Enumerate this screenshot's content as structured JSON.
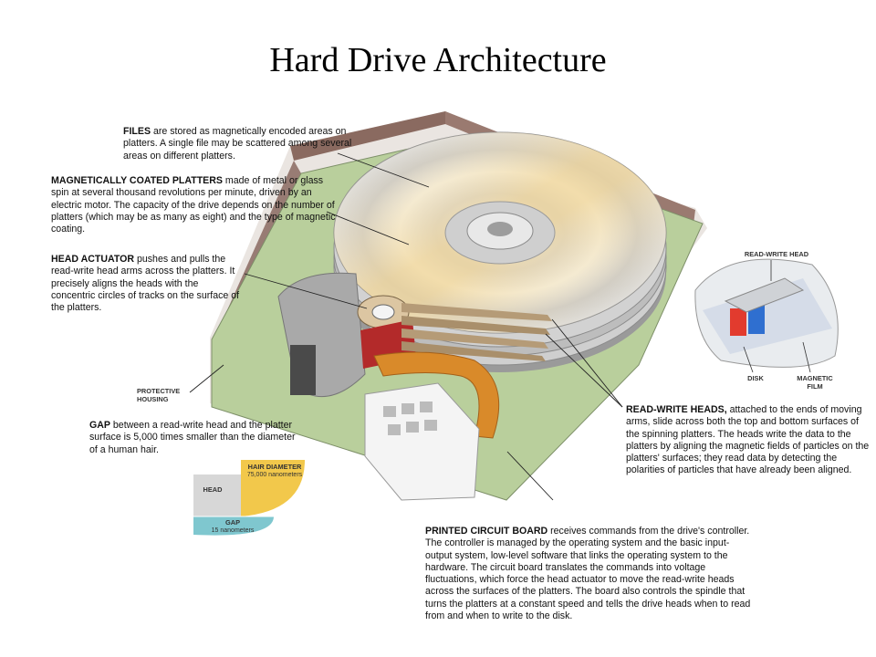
{
  "title": "Hard Drive Architecture",
  "labels": {
    "files": {
      "term": "FILES",
      "text": " are stored as magnetically encoded areas on platters. A single file may be scattered among several areas on different platters."
    },
    "platters": {
      "term": "MAGNETICALLY COATED PLATTERS",
      "text": " made of metal or glass spin at several thousand revolutions per minute, driven by an electric motor. The capacity of the drive depends on the number of platters (which may be as many as eight) and the type of magnetic coating."
    },
    "actuator": {
      "term": "HEAD ACTUATOR",
      "text": " pushes and pulls the read-write head arms across the platters. It precisely aligns the heads with the concentric circles of tracks on the surface of the platters."
    },
    "gap": {
      "term": "GAP",
      "text": " between a read-write head and the platter surface is 5,000 times smaller than the diameter of a human hair."
    },
    "heads": {
      "term": "READ-WRITE HEADS,",
      "text": " attached to the ends of moving arms, slide across both the top and bottom surfaces of the spinning platters. The heads write the data to the platters by aligning the magnetic fields of particles on the platters' surfaces; they read data by detecting the polarities of particles that have already been aligned."
    },
    "pcb": {
      "term": "PRINTED CIRCUIT BOARD",
      "text": " receives commands from the drive's controller. The controller is managed by the operating system and the basic input-output system, low-level software that links the operating system to the hardware. The circuit board translates the commands into voltage fluctuations, which force the head actuator to move the read-write heads across the surfaces of the platters. The board also controls the spindle that turns the platters at a constant speed and tells the drive heads when to read from and when to write to the disk."
    }
  },
  "small_labels": {
    "housing_1": "PROTECTIVE",
    "housing_2": "HOUSING",
    "inset_head": "READ-WRITE HEAD",
    "inset_disk": "DISK",
    "inset_film_1": "MAGNETIC",
    "inset_film_2": "FILM",
    "gap_head": "HEAD",
    "hair_title": "HAIR DIAMETER",
    "hair_value": "75,000 nanometers",
    "gap_title": "GAP",
    "gap_value": "15 nanometers"
  },
  "colors": {
    "housing": "#8a6a60",
    "board": "#b9cf9c",
    "platter": "#d8d8d8",
    "ribbon": "#d98a2a",
    "hair": "#f2c84b",
    "gap": "#7fc7cf"
  }
}
